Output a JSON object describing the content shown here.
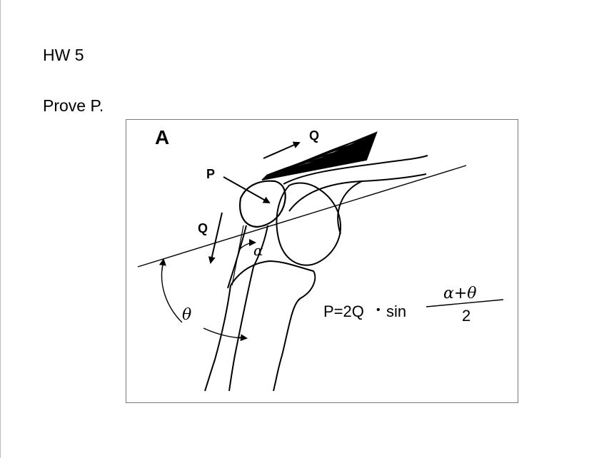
{
  "slide": {
    "title": "HW 5",
    "body": "Prove P."
  },
  "figure": {
    "panel_label": "A",
    "labels": {
      "q_top": "Q",
      "q_left": "Q",
      "p": "P",
      "alpha": "α",
      "theta": "θ"
    },
    "formula": {
      "lhs": "P=2Q",
      "dot": "•",
      "func": "sin",
      "numerator": "α+θ",
      "denominator": "2"
    }
  }
}
